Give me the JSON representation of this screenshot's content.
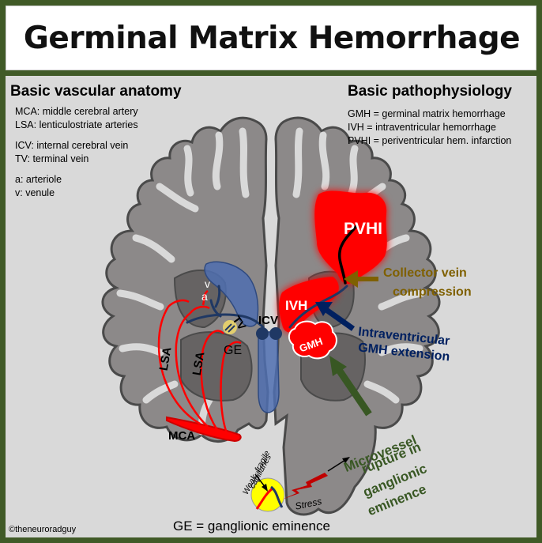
{
  "title": "Germinal Matrix Hemorrhage",
  "anatomy": {
    "heading": "Basic vascular anatomy",
    "lines": [
      "MCA: middle cerebral artery",
      "LSA: lenticulostriate arteries",
      "ICV: internal cerebral vein",
      "TV: terminal vein",
      "a: arteriole",
      "v: venule"
    ]
  },
  "pathophysiology": {
    "heading": "Basic pathophysiology",
    "lines": [
      "GMH = germinal matrix hemorrhage",
      "IVH = intraventricular hemorrhage",
      "PVHI = periventricular hem. infarction"
    ]
  },
  "labels": {
    "pvhi": "PVHI",
    "ivh": "IVH",
    "gmh": "GMH",
    "icv": "ICV",
    "tv": "TV",
    "ge": "GE",
    "v": "v",
    "a": "a",
    "lsa_left": "LSA",
    "lsa_right": "LSA",
    "mca": "MCA",
    "collector_line1": "Collector vein",
    "collector_line2": "compression",
    "ivext_line1": "Intraventricular",
    "ivext_line2": "GMH extension",
    "micro_line1": "Microvessel",
    "micro_line2": "rupture in",
    "micro_line3": "ganglionic",
    "micro_line4": "eminence",
    "weak_line1": "Weak, fragile",
    "weak_line2": "capillaries",
    "stress": "Stress",
    "ge_def": "GE = ganglionic eminence",
    "credit": "©theneuroradguy"
  },
  "colors": {
    "background": "#405a27",
    "panel": "#d9d9d9",
    "brain": "#8c8989",
    "deep_gray": "#666363",
    "hemorrhage": "#ff0000",
    "vein": "#1f3864",
    "ventricle_blue": "#4f6fb0",
    "collector_arrow": "#7f6000",
    "extension_arrow": "#002060",
    "microvessel_arrow": "#385723"
  }
}
